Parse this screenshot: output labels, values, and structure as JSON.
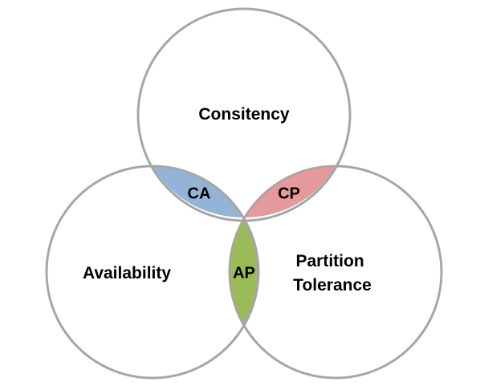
{
  "diagram": {
    "circles": [
      {
        "id": "consistency",
        "label_lines": [
          "Consitency"
        ]
      },
      {
        "id": "availability",
        "label_lines": [
          "Availability"
        ]
      },
      {
        "id": "partition",
        "label_lines": [
          "Partition",
          "Tolerance"
        ]
      }
    ],
    "intersections": [
      {
        "id": "ca",
        "label": "CA",
        "color": "#95b3d7"
      },
      {
        "id": "cp",
        "label": "CP",
        "color": "#e6999b"
      },
      {
        "id": "ap",
        "label": "AP",
        "color": "#9bbb59"
      }
    ],
    "colors": {
      "circle_stroke": "#a6a6a6",
      "circle_fill": "#ffffff"
    }
  }
}
